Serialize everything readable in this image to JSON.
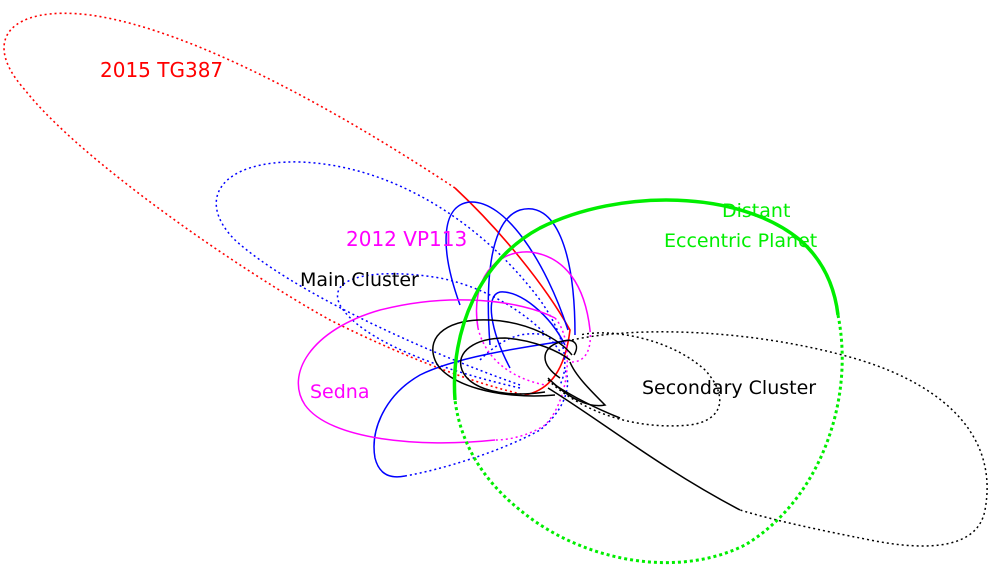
{
  "labels": {
    "tg387": "2015 TG387",
    "vp113": "2012 VP113",
    "main_cluster": "Main Cluster",
    "sedna": "Sedna",
    "secondary_cluster": "Secondary Cluster",
    "planet_line1": "Distant",
    "planet_line2": "Eccentric Planet"
  },
  "colors": {
    "tg387": "#ff0000",
    "vp113": "#ff00ff",
    "sedna": "#ff00ff",
    "planet": "#00ee00",
    "main_cluster": "#0000ff",
    "secondary_cluster": "#000000",
    "labels_black": "#000000"
  }
}
